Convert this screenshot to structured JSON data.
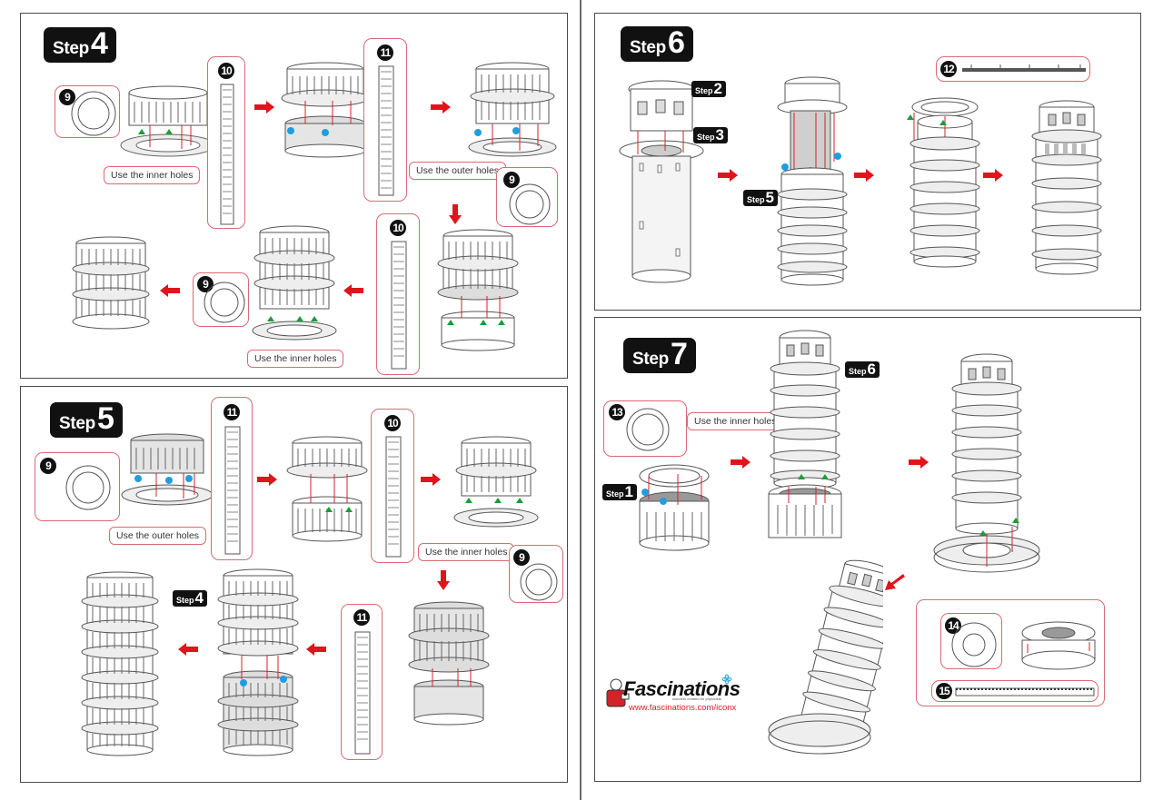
{
  "document": {
    "brand": {
      "name": "Fascinations",
      "tagline": "wonders created for physicists",
      "url": "www.fascinations.com/iconx",
      "accent_color": "#d2232a"
    },
    "colors": {
      "callout_border": "#d96a72",
      "arrow": "#e0141c",
      "badge_bg": "#111111",
      "marker_blue": "#1e9ee0",
      "marker_green": "#1f9a3a",
      "panel_border": "#4a4a4a"
    },
    "steps": [
      {
        "id": "step4",
        "badge_word": "Step",
        "badge_num": "4",
        "parts": [
          "9",
          "10",
          "11",
          "10",
          "9",
          "9"
        ],
        "notes": [
          "Use the inner holes",
          "Use the outer holes",
          "Use the inner holes"
        ]
      },
      {
        "id": "step5",
        "badge_word": "Step",
        "badge_num": "5",
        "parts": [
          "9",
          "11",
          "10",
          "9",
          "11"
        ],
        "notes": [
          "Use the outer holes",
          "Use the inner holes"
        ],
        "refs": [
          {
            "word": "Step",
            "num": "4"
          }
        ]
      },
      {
        "id": "step6",
        "badge_word": "Step",
        "badge_num": "6",
        "parts": [
          "12"
        ],
        "refs": [
          {
            "word": "Step",
            "num": "2"
          },
          {
            "word": "Step",
            "num": "3"
          },
          {
            "word": "Step",
            "num": "5"
          }
        ]
      },
      {
        "id": "step7",
        "badge_word": "Step",
        "badge_num": "7",
        "parts": [
          "13",
          "14",
          "15"
        ],
        "notes": [
          "Use the inner holes"
        ],
        "refs": [
          {
            "word": "Step",
            "num": "1"
          },
          {
            "word": "Step",
            "num": "6"
          }
        ]
      }
    ]
  }
}
